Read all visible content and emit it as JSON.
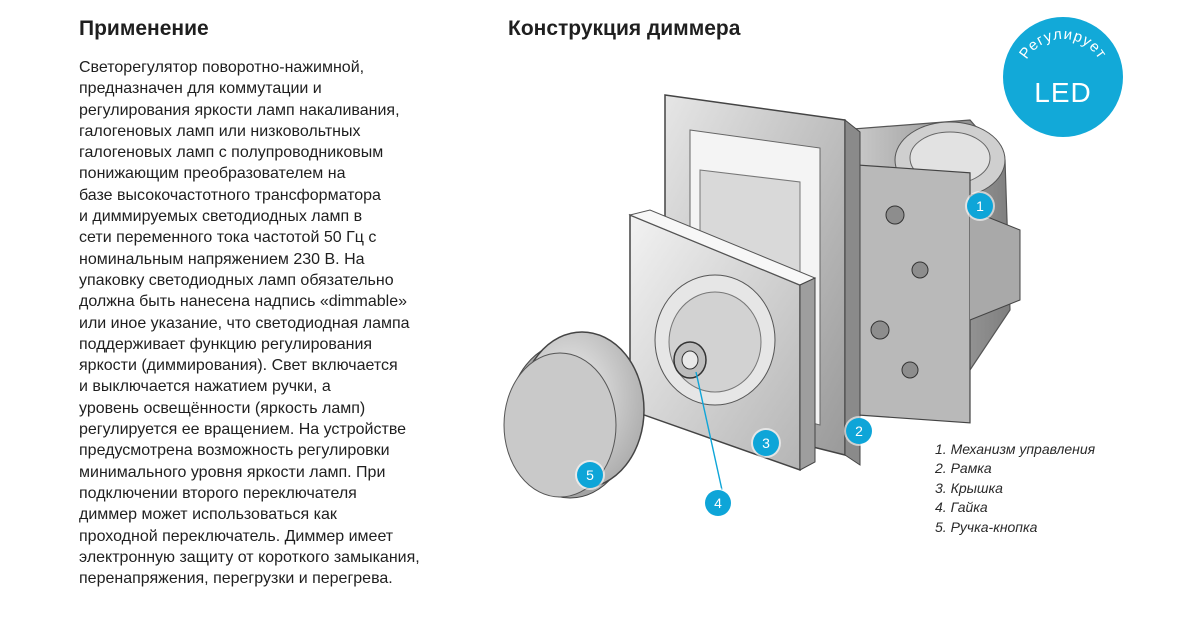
{
  "application": {
    "heading": "Применение",
    "lines": [
      "Светорегулятор поворотно-нажимной,",
      "предназначен для коммутации и",
      "регулирования яркости ламп накаливания,",
      "галогеновых ламп или низковольтных",
      "галогеновых ламп с полупроводниковым",
      "понижающим преобразователем на",
      "базе высокочастотного трансформатора",
      "и диммируемых светодиодных ламп в",
      "сети переменного тока частотой 50 Гц с",
      "номинальным напряжением 230 В. На",
      "упаковку светодиодных ламп обязательно",
      "должна быть нанесена надпись «dimmable»",
      "или иное указание, что светодиодная лампа",
      "поддерживает функцию регулирования",
      "яркости (диммирования). Свет включается",
      "и выключается нажатием ручки, а",
      "уровень освещённости (яркость ламп)",
      "регулируется ее вращением. На устройстве",
      "предусмотрена возможность регулировки",
      "минимального уровня яркости ламп. При",
      "подключении второго переключателя",
      "диммер может использоваться как",
      "проходной переключатель. Диммер имеет",
      "электронную защиту от короткого замыкания,",
      "перенапряжения, перегрузки и перегрева."
    ]
  },
  "construction": {
    "heading": "Конструкция диммера",
    "callouts": [
      "1",
      "2",
      "3",
      "4",
      "5"
    ],
    "legend": [
      "1. Механизм управления",
      "2. Рамка",
      "3. Крышка",
      "4. Гайка",
      "5. Ручка-кнопка"
    ]
  },
  "badge": {
    "arc_text": "Регулирует",
    "main_text": "LED",
    "color": "#12a9d8"
  },
  "colors": {
    "callout": "#0ea5d8",
    "text": "#1f1f1f"
  }
}
